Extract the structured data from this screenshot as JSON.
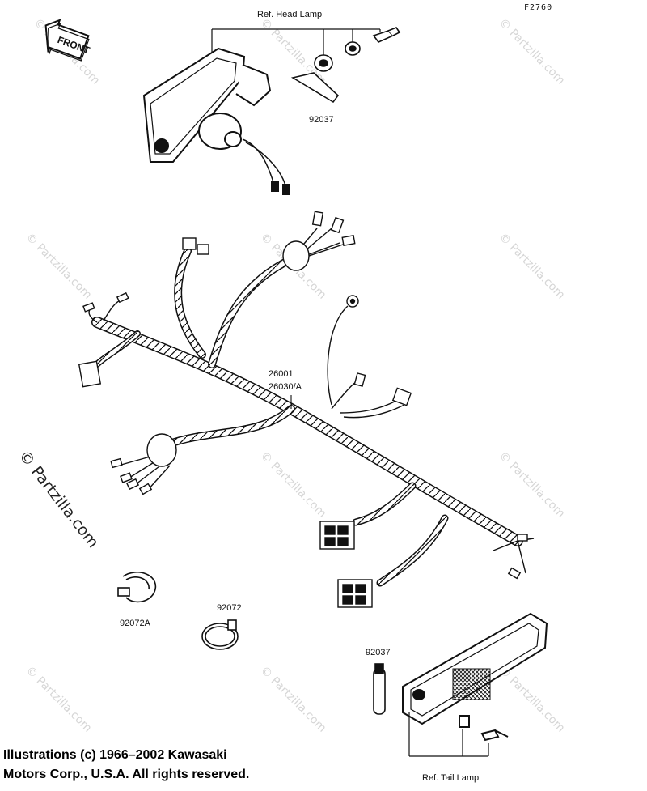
{
  "drawing_code": "F2760",
  "front_label": "FRONT",
  "labels": {
    "head_lamp": "Ref. Head Lamp",
    "p92037_top": "92037",
    "p26001": "26001",
    "p26030a": "26030/A",
    "p92072a": "92072A",
    "p92072": "92072",
    "p92037_bottom": "92037",
    "tail_lamp": "Ref. Tail Lamp"
  },
  "watermark": "© Partzilla.com",
  "copyright": {
    "line1": "Illustrations (c) 1966–2002 Kawasaki",
    "line2": "Motors Corp., U.S.A.  All rights reserved."
  },
  "colors": {
    "ink": "#111111",
    "watermark": "#d6d6d6",
    "background": "#ffffff"
  }
}
